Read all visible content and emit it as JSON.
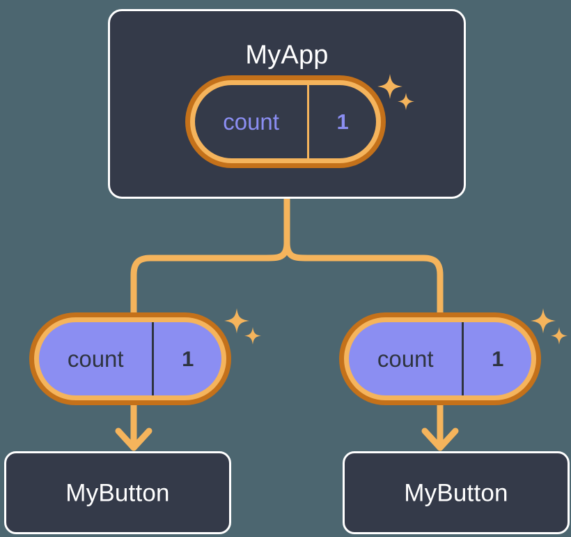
{
  "diagram": {
    "title": "React component state propagation tree",
    "background_color": "#4c6670"
  },
  "colors": {
    "background": "#4c6670",
    "card_fill": "#343a49",
    "card_border": "#ffffff",
    "pill_ring_outer": "#c4711a",
    "pill_ring_inner": "#f5b45c",
    "pill_child_fill": "#8b8ef2",
    "accent_purple": "#8b8ef2",
    "accent_orange": "#f5b45c",
    "text_light": "#ffffff",
    "text_dark": "#2e3440"
  },
  "root": {
    "name": "root-component",
    "label": "MyApp",
    "state": {
      "key": "count",
      "value": "1"
    },
    "sparkle_icon": "sparkles-icon"
  },
  "children": [
    {
      "name": "child-left",
      "state": {
        "key": "count",
        "value": "1"
      },
      "sparkle_icon": "sparkles-icon",
      "component": {
        "label": "MyButton"
      }
    },
    {
      "name": "child-right",
      "state": {
        "key": "count",
        "value": "1"
      },
      "sparkle_icon": "sparkles-icon",
      "component": {
        "label": "MyButton"
      }
    }
  ],
  "connectors": {
    "branch_icon": "tree-branch-connector",
    "arrow_icon": "arrow-down-icon"
  }
}
